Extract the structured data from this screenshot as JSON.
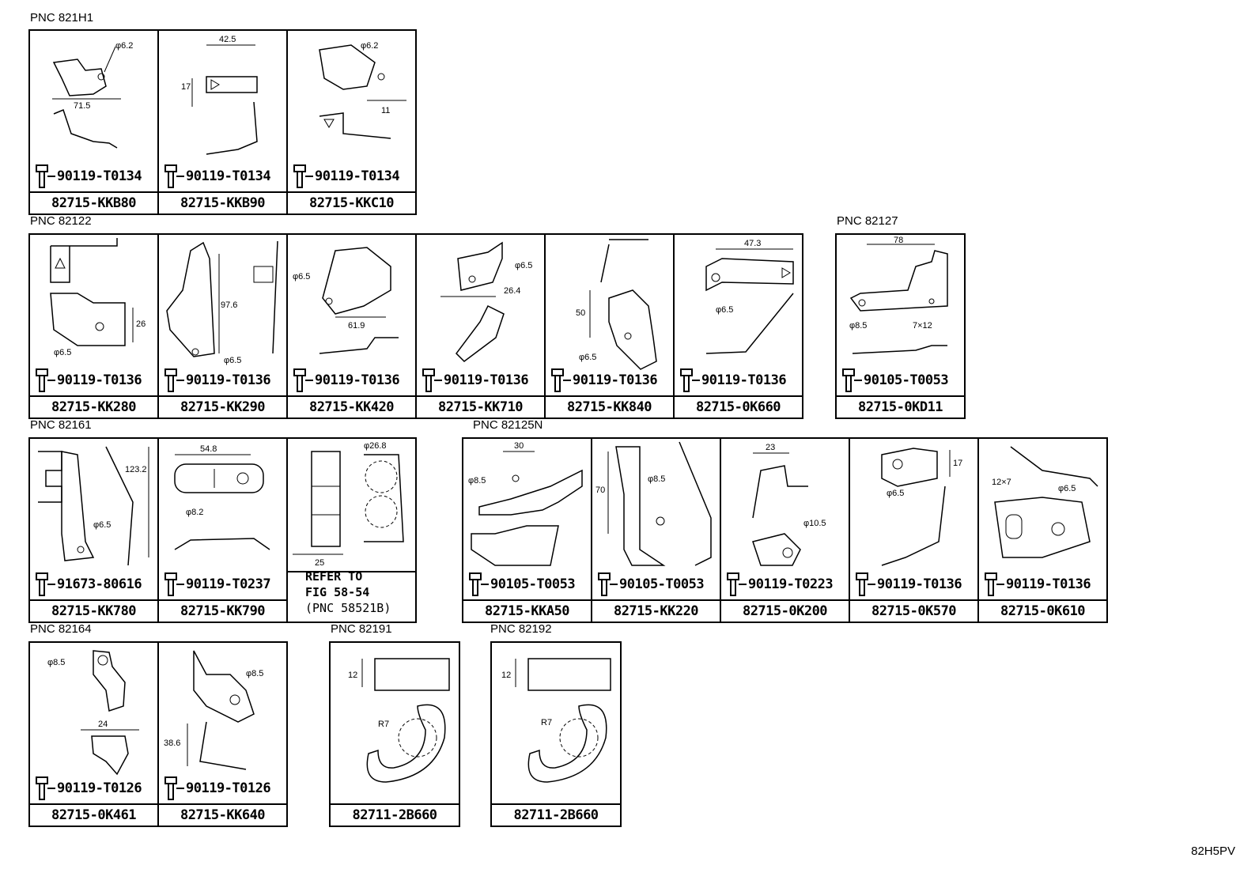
{
  "diagram_ref": "82H5PV",
  "groups": [
    {
      "label": "PNC 821H1"
    },
    {
      "label": "PNC 82122"
    },
    {
      "label": "PNC 82127"
    },
    {
      "label": "PNC 82161"
    },
    {
      "label": "PNC 82125N"
    },
    {
      "label": "PNC 82164"
    },
    {
      "label": "PNC 82191"
    },
    {
      "label": "PNC 82192"
    }
  ],
  "cells": [
    {
      "part": "82715-KKB80",
      "bolt": "90119-T0134",
      "dims": [
        "φ6.2",
        "71.5"
      ]
    },
    {
      "part": "82715-KKB90",
      "bolt": "90119-T0134",
      "dims": [
        "42.5",
        "17"
      ]
    },
    {
      "part": "82715-KKC10",
      "bolt": "90119-T0134",
      "dims": [
        "φ6.2",
        "11"
      ]
    },
    {
      "part": "82715-KK280",
      "bolt": "90119-T0136",
      "dims": [
        "26",
        "φ6.5"
      ]
    },
    {
      "part": "82715-KK290",
      "bolt": "90119-T0136",
      "dims": [
        "97.6",
        "φ6.5"
      ]
    },
    {
      "part": "82715-KK420",
      "bolt": "90119-T0136",
      "dims": [
        "φ6.5",
        "61.9"
      ]
    },
    {
      "part": "82715-KK710",
      "bolt": "90119-T0136",
      "dims": [
        "φ6.5",
        "26.4"
      ]
    },
    {
      "part": "82715-KK840",
      "bolt": "90119-T0136",
      "dims": [
        "50",
        "φ6.5"
      ]
    },
    {
      "part": "82715-0K660",
      "bolt": "90119-T0136",
      "dims": [
        "47.3",
        "φ6.5"
      ]
    },
    {
      "part": "82715-0KD11",
      "bolt": "90105-T0053",
      "dims": [
        "78",
        "φ8.5",
        "7×12"
      ]
    },
    {
      "part": "82715-KK780",
      "bolt": "91673-80616",
      "dims": [
        "123.2",
        "φ6.5"
      ]
    },
    {
      "part": "82715-KK790",
      "bolt": "90119-T0237",
      "dims": [
        "54.8",
        "φ8.2"
      ]
    },
    {
      "part": "",
      "bolt": "",
      "dims": [
        "φ26.8",
        "25"
      ],
      "refer": [
        "REFER TO",
        "FIG 58-54",
        "(PNC 58521B)"
      ]
    },
    {
      "part": "82715-KKA50",
      "bolt": "90105-T0053",
      "dims": [
        "30",
        "φ8.5"
      ]
    },
    {
      "part": "82715-KK220",
      "bolt": "90105-T0053",
      "dims": [
        "70",
        "φ8.5"
      ]
    },
    {
      "part": "82715-0K200",
      "bolt": "90119-T0223",
      "dims": [
        "23",
        "φ10.5"
      ]
    },
    {
      "part": "82715-0K570",
      "bolt": "90119-T0136",
      "dims": [
        "φ6.5",
        "17"
      ]
    },
    {
      "part": "82715-0K610",
      "bolt": "90119-T0136",
      "dims": [
        "12×7",
        "φ6.5"
      ]
    },
    {
      "part": "82715-0K461",
      "bolt": "90119-T0126",
      "dims": [
        "φ8.5",
        "24"
      ]
    },
    {
      "part": "82715-KK640",
      "bolt": "90119-T0126",
      "dims": [
        "φ8.5",
        "38.6"
      ]
    },
    {
      "part": "82711-2B660",
      "bolt": "",
      "dims": [
        "12",
        "R7"
      ]
    },
    {
      "part": "82711-2B660",
      "bolt": "",
      "dims": [
        "12",
        "R7"
      ]
    }
  ]
}
